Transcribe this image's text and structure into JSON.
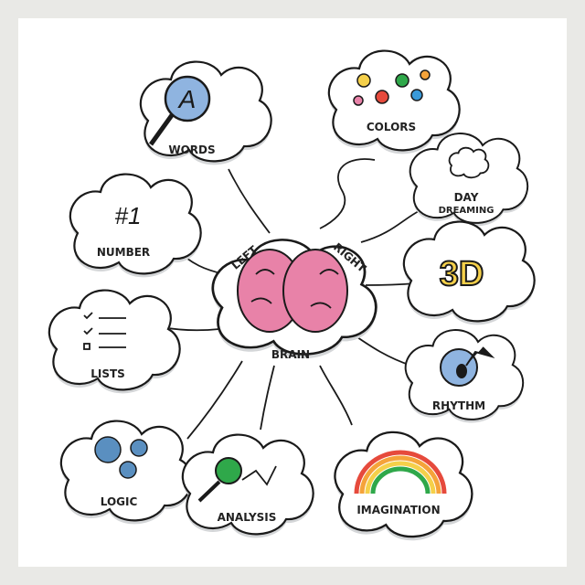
{
  "title": "Left Right Brain mind map",
  "center": {
    "left": "LEFT",
    "right": "RIGHT",
    "label": "BRAIN"
  },
  "nodes": {
    "words": {
      "label": "WORDS",
      "glyph": "A"
    },
    "number": {
      "label": "NUMBER",
      "glyph": "#1"
    },
    "lists": {
      "label": "LISTS"
    },
    "logic": {
      "label": "LOGIC"
    },
    "analysis": {
      "label": "ANALYSIS"
    },
    "colors": {
      "label": "COLORS"
    },
    "daydreaming": {
      "line1": "DAY",
      "line2": "DREAMING"
    },
    "three_d": {
      "glyph": "3D"
    },
    "rhythm": {
      "label": "RHYTHM"
    },
    "imagination": {
      "label": "IMAGINATION"
    }
  },
  "colors": {
    "brain": "#e882a8",
    "magnifier": "#8fb4e0",
    "gear": "#5a8fc0",
    "green": "#2fa84a",
    "yellow": "#f5d04a"
  }
}
